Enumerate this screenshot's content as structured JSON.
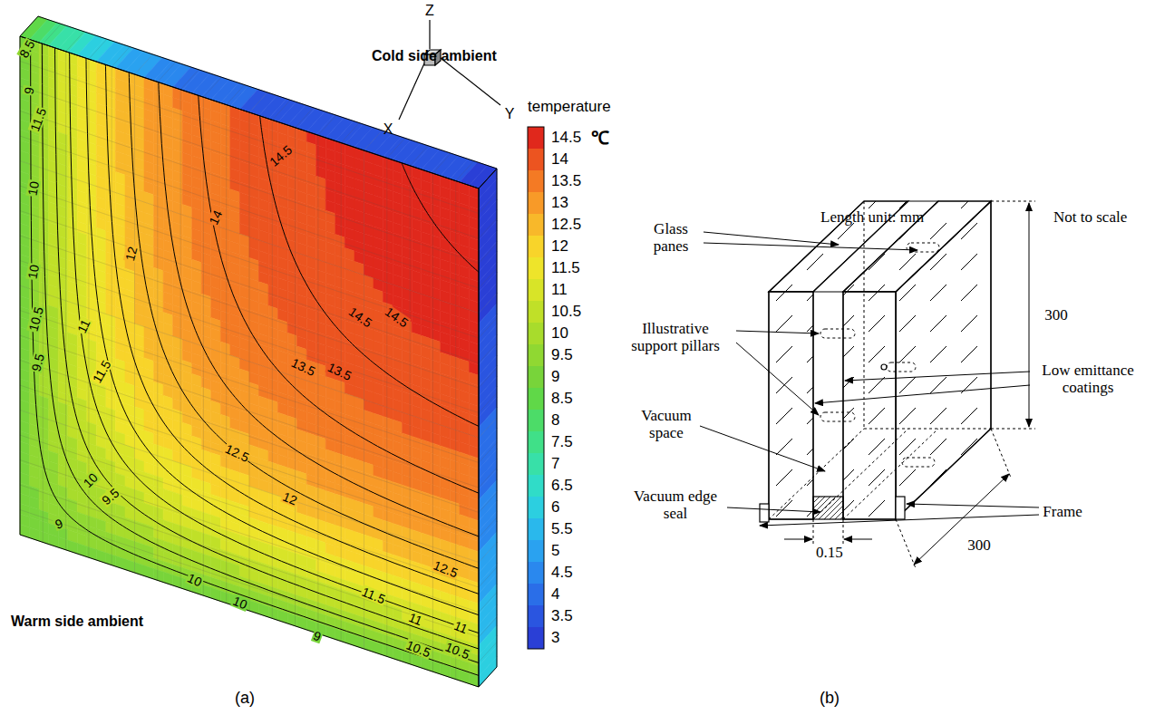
{
  "diagram": {
    "labels": [
      "(a)",
      "(b)",
      "Z",
      "X",
      "Y",
      "Cold side ambient",
      "Warm side ambient",
      "temperature",
      "℃",
      "Length unit: mm",
      "Not to scale",
      "Glass panes",
      "300",
      "Illustrative support pillars",
      "Low emittance coatings",
      "Vacuum space",
      "300",
      "Vacuum edge seal",
      "Frame",
      "0.15",
      "8.5",
      "9",
      "11.5",
      "10",
      "12",
      "10",
      "10.5",
      "11",
      "9.5",
      "11.5",
      "10",
      "9.5",
      "9",
      "10",
      "10",
      "9",
      "12.5",
      "12",
      "11.5",
      "11",
      "10.5",
      "10.5",
      "11",
      "12.5",
      "13.5",
      "13.5",
      "14",
      "14.5",
      "14.5",
      "14.5"
    ],
    "legend": [
      {
        "text": "14.5",
        "color": "#e0281c"
      },
      {
        "text": "14",
        "color": "#ec5420"
      },
      {
        "text": "13.5",
        "color": "#f47a24"
      },
      {
        "text": "13",
        "color": "#f89a28"
      },
      {
        "text": "12.5",
        "color": "#f8b82a"
      },
      {
        "text": "12",
        "color": "#f8d42a"
      },
      {
        "text": "11.5",
        "color": "#eee42a"
      },
      {
        "text": "11",
        "color": "#d8e428"
      },
      {
        "text": "10.5",
        "color": "#c0e028"
      },
      {
        "text": "10",
        "color": "#a8dc2c"
      },
      {
        "text": "9.5",
        "color": "#90d832"
      },
      {
        "text": "9",
        "color": "#78d43a"
      },
      {
        "text": "8.5",
        "color": "#60d848"
      },
      {
        "text": "8",
        "color": "#4cdc68"
      },
      {
        "text": "7.5",
        "color": "#40e088"
      },
      {
        "text": "7",
        "color": "#38e0a8"
      },
      {
        "text": "6.5",
        "color": "#30dcc8"
      },
      {
        "text": "6",
        "color": "#2ccfe0"
      },
      {
        "text": "5.5",
        "color": "#2ab8ec"
      },
      {
        "text": "5",
        "color": "#2aa2f0"
      },
      {
        "text": "4.5",
        "color": "#2a88ee"
      },
      {
        "text": "4",
        "color": "#2a6ee8"
      },
      {
        "text": "3.5",
        "color": "#2a55e0"
      },
      {
        "text": "3",
        "color": "#2a3fd6"
      }
    ]
  }
}
